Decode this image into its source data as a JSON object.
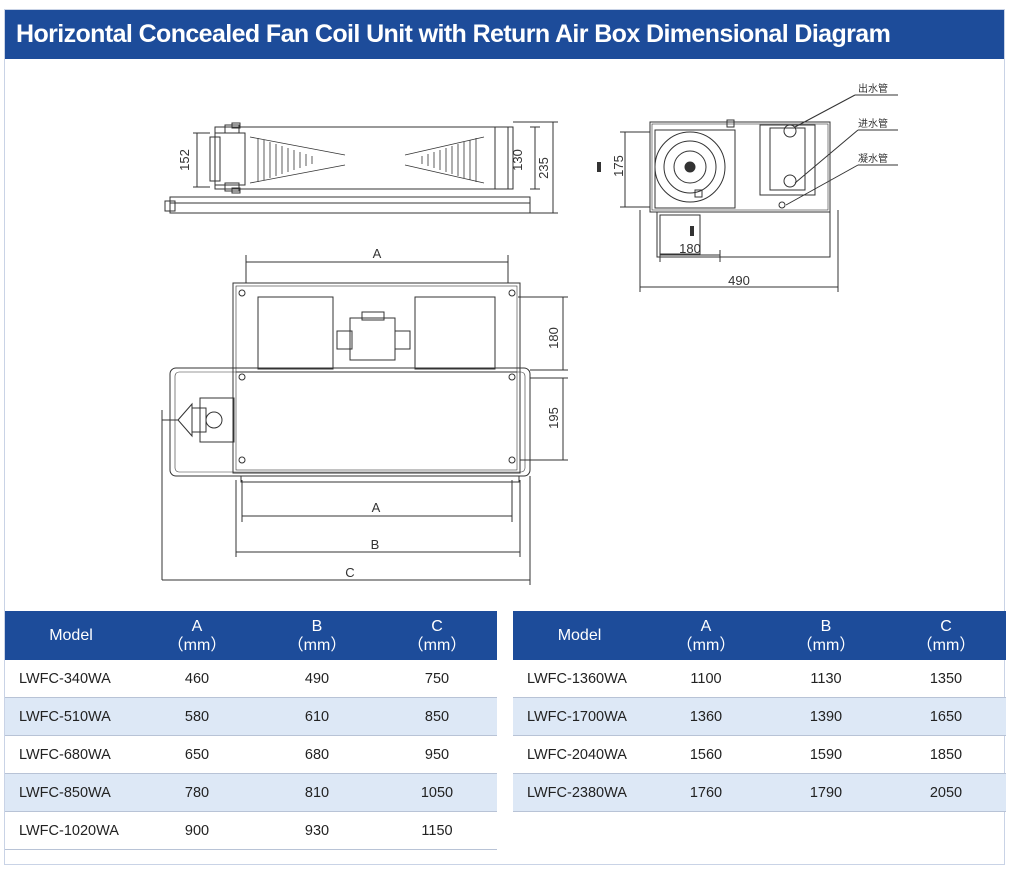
{
  "title": "Horizontal Concealed Fan Coil Unit with Return Air Box Dimensional Diagram",
  "diagram": {
    "dims": {
      "d152": "152",
      "d130": "130",
      "d235": "235",
      "dA_top": "A",
      "d180_right": "180",
      "d195": "195",
      "dA_bottom": "A",
      "dB": "B",
      "dC": "C",
      "d175": "175",
      "d180_side": "180",
      "d490": "490"
    },
    "labels": {
      "outlet_pipe": "出水管",
      "inlet_pipe": "进水管",
      "drain_pipe": "凝水管"
    }
  },
  "table": {
    "headers": {
      "model": "Model",
      "a_top": "A",
      "a_unit": "（mm）",
      "b_top": "B",
      "b_unit": "（mm）",
      "c_top": "C",
      "c_unit": "（mm）"
    },
    "left_rows": [
      {
        "model": "LWFC-340WA",
        "a": "460",
        "b": "490",
        "c": "750"
      },
      {
        "model": "LWFC-510WA",
        "a": "580",
        "b": "610",
        "c": "850"
      },
      {
        "model": "LWFC-680WA",
        "a": "650",
        "b": "680",
        "c": "950"
      },
      {
        "model": "LWFC-850WA",
        "a": "780",
        "b": "810",
        "c": "1050"
      },
      {
        "model": "LWFC-1020WA",
        "a": "900",
        "b": "930",
        "c": "1150"
      }
    ],
    "right_rows": [
      {
        "model": "LWFC-1360WA",
        "a": "1100",
        "b": "1130",
        "c": "1350"
      },
      {
        "model": "LWFC-1700WA",
        "a": "1360",
        "b": "1390",
        "c": "1650"
      },
      {
        "model": "LWFC-2040WA",
        "a": "1560",
        "b": "1590",
        "c": "1850"
      },
      {
        "model": "LWFC-2380WA",
        "a": "1760",
        "b": "1790",
        "c": "2050"
      }
    ]
  }
}
